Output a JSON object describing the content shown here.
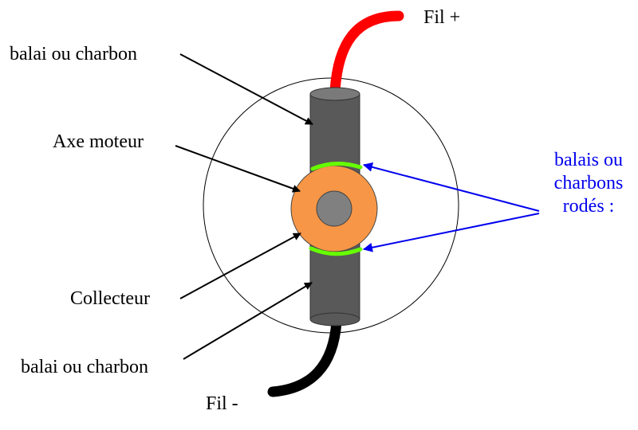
{
  "labels": {
    "wire_plus": "Fil +",
    "wire_minus": "Fil -",
    "brush_top": "balai ou charbon",
    "brush_bottom": "balai ou charbon",
    "motor_shaft": "Axe moteur",
    "commutator": "Collecteur",
    "worn_brushes": [
      "balais ou",
      "charbons",
      "rodés :"
    ]
  },
  "colors": {
    "wire_plus": "#ff0000",
    "wire_minus": "#000000",
    "brush": "#595959",
    "commutator": "#f79646",
    "shaft": "#808080",
    "worn_edge": "#66ff00",
    "callout_blue": "#0000ee"
  }
}
